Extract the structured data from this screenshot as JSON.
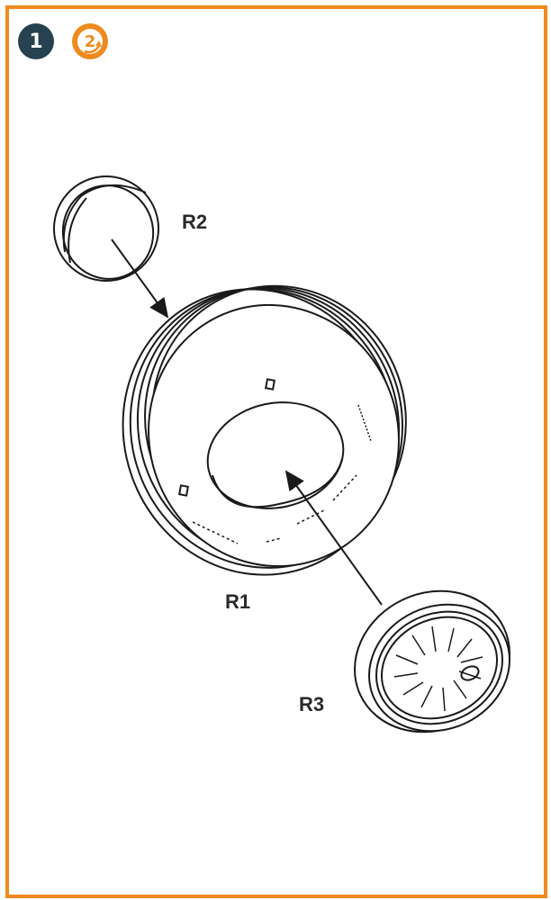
{
  "steps": {
    "step1": "1",
    "step2": "2"
  },
  "parts": {
    "r1": "R1",
    "r2": "R2",
    "r3": "R3"
  },
  "colors": {
    "frame": "#EE8A1E",
    "badge_dark": "#26414F",
    "badge_accent": "#EE8A1E",
    "line": "#1a1a1a"
  },
  "icons": {
    "repeat": "rotate-arrow-icon"
  }
}
